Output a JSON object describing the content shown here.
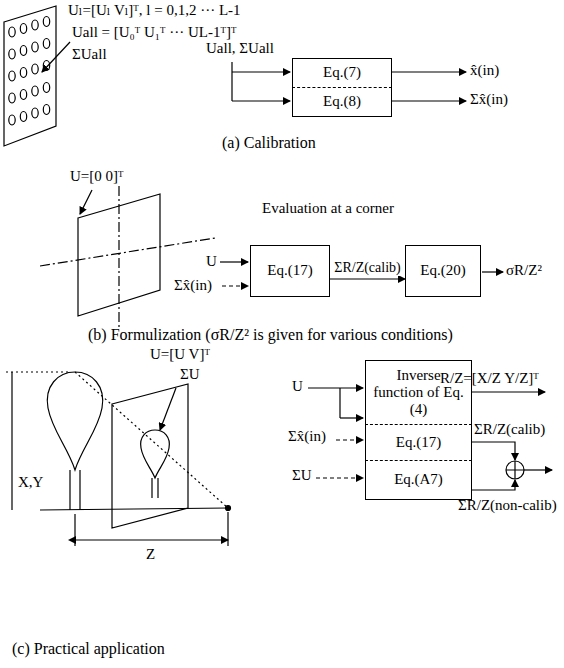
{
  "diagram": {
    "nodes": [
      {
        "text": [
          "Eq.(7)"
        ]
      },
      {
        "text": [
          "Eq.(8)"
        ]
      },
      {
        "text": [
          "Eq.(17)"
        ]
      },
      {
        "text": [
          "Eq.(20)"
        ]
      },
      {
        "text": [
          "Inverse function of Eq.(4)"
        ]
      },
      {
        "text": [
          "Eq.(17)"
        ]
      },
      {
        "text": [
          "Eq.(A7)"
        ]
      }
    ],
    "edges": [
      {
        "from": 2,
        "to": 3,
        "arrow": "to",
        "label": "ΣR/Z(calib)"
      }
    ],
    "labels": [
      "Uₗ=[Uₗ Vₗ]ᵀ, l = 0,1,2 ··· L-1",
      "Uall = [U₀ᵀ U₁ᵀ ··· UL-1ᵀ]ᵀ",
      "ΣUall",
      "Uall, ΣUall",
      "x̂(in)",
      "Σx̂(in)",
      "(a) Calibration",
      "U=[0 0]ᵀ",
      "Evaluation at a corner",
      "U",
      "Σx̂(in)",
      "σR/Z²",
      "(b) Formulization (σR/Z² is given for various conditions)",
      "X,Y",
      "U=[U V]ᵀ",
      "ΣU",
      "Z",
      "U",
      "Σx̂(in)",
      "ΣU",
      "R/Z=[X/Z Y/Z]ᵀ",
      "ΣR/Z(calib)",
      "ΣR/Z(non-calib)",
      "(c) Practical application"
    ]
  }
}
